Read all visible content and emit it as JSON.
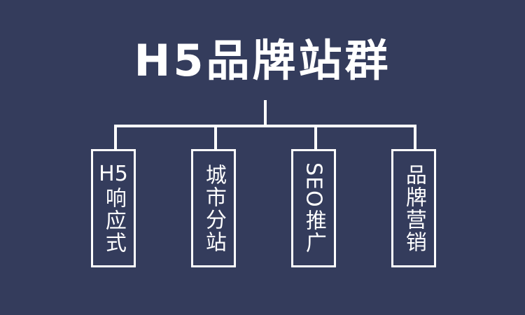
{
  "theme": {
    "background_color": "#343c5c",
    "line_color": "#ffffff",
    "text_color": "#ffffff"
  },
  "diagram": {
    "title": "H5品牌站群",
    "type": "organizational-tree",
    "nodes": [
      {
        "id": "node-1",
        "latin": "H5",
        "cjk": "响应式",
        "full_label": "H5响应式",
        "latin_orientation": "upright"
      },
      {
        "id": "node-2",
        "latin": "",
        "cjk": "城市分站",
        "full_label": "城市分站",
        "latin_orientation": "none"
      },
      {
        "id": "node-3",
        "latin": "SEO",
        "cjk": "推广",
        "full_label": "SEO推广",
        "latin_orientation": "sideways"
      },
      {
        "id": "node-4",
        "latin": "",
        "cjk": "品牌营销",
        "full_label": "品牌营销",
        "latin_orientation": "none"
      }
    ]
  }
}
